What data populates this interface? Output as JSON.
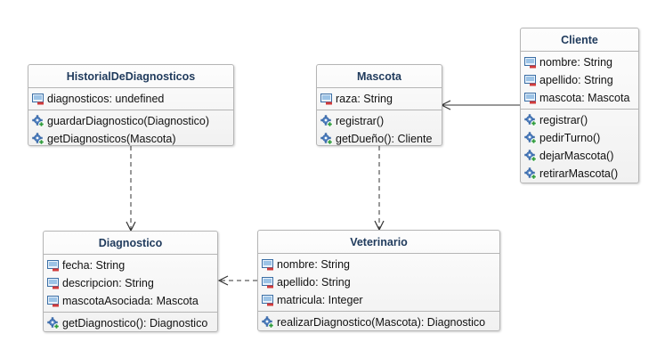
{
  "classes": {
    "historial": {
      "name": "HistorialDeDiagnosticos",
      "attributes": [
        "diagnosticos: undefined"
      ],
      "operations": [
        "guardarDiagnostico(Diagnostico)",
        "getDiagnosticos(Mascota)"
      ]
    },
    "mascota": {
      "name": "Mascota",
      "attributes": [
        "raza: String"
      ],
      "operations": [
        "registrar()",
        "getDueño(): Cliente"
      ]
    },
    "cliente": {
      "name": "Cliente",
      "attributes": [
        "nombre: String",
        "apellido: String",
        "mascota: Mascota"
      ],
      "operations": [
        "registrar()",
        "pedirTurno()",
        "dejarMascota()",
        "retirarMascota()"
      ]
    },
    "diagnostico": {
      "name": "Diagnostico",
      "attributes": [
        "fecha: String",
        "descripcion: String",
        "mascotaAsociada: Mascota"
      ],
      "operations": [
        "getDiagnostico(): Diagnostico"
      ]
    },
    "veterinario": {
      "name": "Veterinario",
      "attributes": [
        "nombre: String",
        "apellido: String",
        "matricula: Integer"
      ],
      "operations": [
        "realizarDiagnostico(Mascota): Diagnostico"
      ]
    }
  },
  "colors": {
    "title": "#1f3a5c",
    "border": "#b5b5b5",
    "line": "#333333"
  },
  "icons": {
    "attribute": "field-icon",
    "operation": "method-gear-icon"
  }
}
